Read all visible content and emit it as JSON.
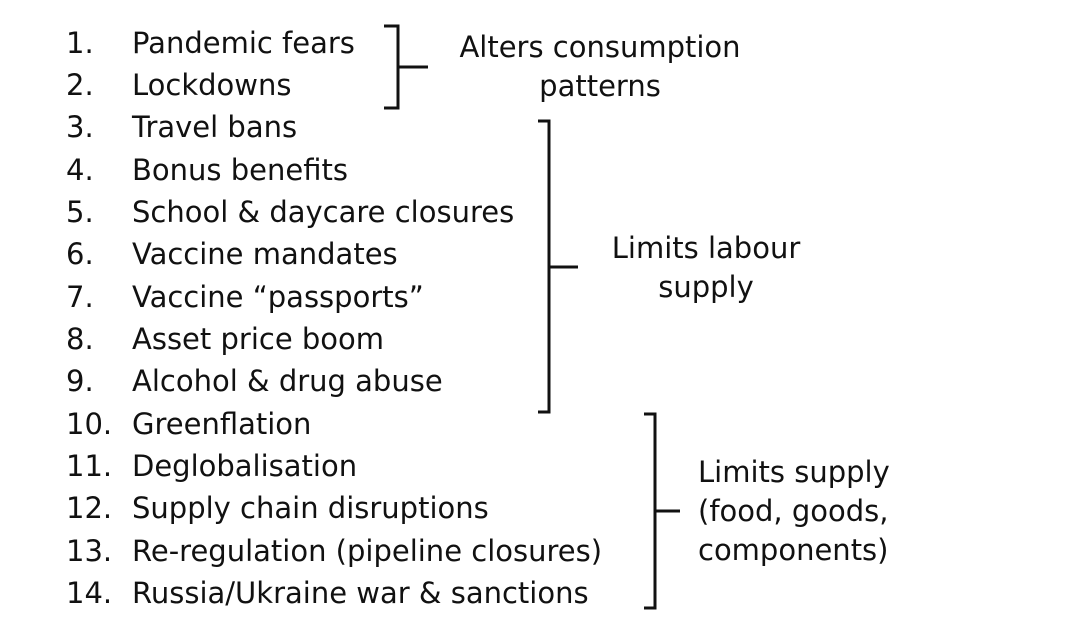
{
  "items": [
    {
      "num": "1.",
      "text": "Pandemic fears"
    },
    {
      "num": "2.",
      "text": "Lockdowns"
    },
    {
      "num": "3.",
      "text": "Travel bans"
    },
    {
      "num": "4.",
      "text": "Bonus benefits"
    },
    {
      "num": "5.",
      "text": "School & daycare closures"
    },
    {
      "num": "6.",
      "text": "Vaccine mandates"
    },
    {
      "num": "7.",
      "text": "Vaccine “passports”"
    },
    {
      "num": "8.",
      "text": "Asset price boom"
    },
    {
      "num": "9.",
      "text": "Alcohol & drug abuse"
    },
    {
      "num": "10.",
      "text": "Greenflation"
    },
    {
      "num": "11.",
      "text": "Deglobalisation"
    },
    {
      "num": "12.",
      "text": "Supply chain disruptions"
    },
    {
      "num": "13.",
      "text": "Re-regulation (pipeline closures)"
    },
    {
      "num": "14.",
      "text": "Russia/Ukraine war & sanctions"
    }
  ],
  "groups": [
    {
      "lines": [
        "Alters consumption",
        "patterns"
      ]
    },
    {
      "lines": [
        "Limits labour",
        "supply"
      ]
    },
    {
      "lines": [
        "Limits supply",
        "(food, goods,",
        "components)"
      ]
    }
  ]
}
